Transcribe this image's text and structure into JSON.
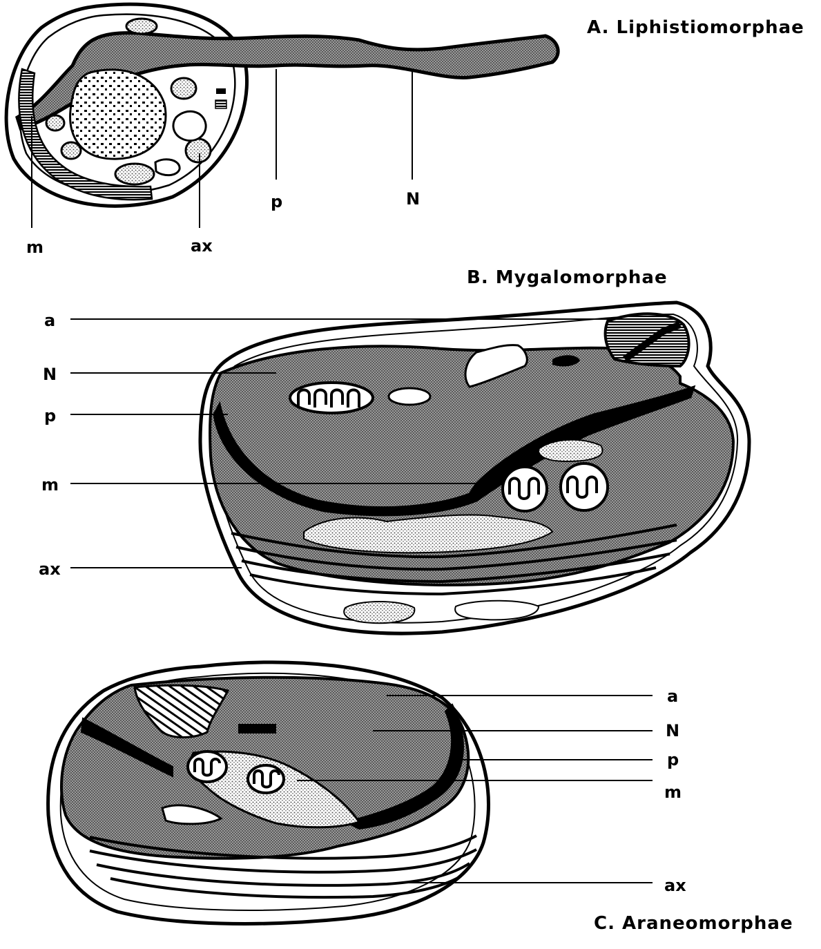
{
  "panels": {
    "a": {
      "title": "A. Liphistiomorphae",
      "labels": {
        "m": "m",
        "ax": "ax",
        "p": "p",
        "N": "N"
      }
    },
    "b": {
      "title": "B. Mygalomorphae",
      "labels": {
        "a": "a",
        "N": "N",
        "p": "p",
        "m": "m",
        "ax": "ax"
      }
    },
    "c": {
      "title": "C. Araneomorphae",
      "labels": {
        "a": "a",
        "N": "N",
        "p": "p",
        "m": "m",
        "ax": "ax"
      }
    }
  },
  "colors": {
    "ink": "#000000",
    "paper": "#ffffff",
    "stipple": "#8c8c8c",
    "light_stipple": "#c8c8c8"
  }
}
